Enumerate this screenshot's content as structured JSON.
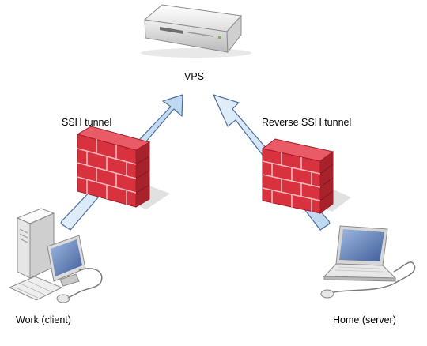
{
  "labels": {
    "vps": "VPS",
    "ssh_tunnel": "SSH tunnel",
    "reverse_ssh_tunnel": "Reverse SSH tunnel",
    "work": "Work (client)",
    "home": "Home (server)"
  },
  "colors": {
    "arrow_fill": "#cfe4f6",
    "arrow_stroke": "#4d6f9c",
    "brick": "#d9323f",
    "brick_dark": "#9e1c26",
    "mortar": "#f1b8bd",
    "device_body": "#f2f2f2",
    "device_outline": "#8c8c8c",
    "screen": "#6e8fc2"
  },
  "icons": {
    "server": "vps-server-icon",
    "firewall": "firewall-icon",
    "workstation": "desktop-computer-icon",
    "laptop": "laptop-icon"
  }
}
